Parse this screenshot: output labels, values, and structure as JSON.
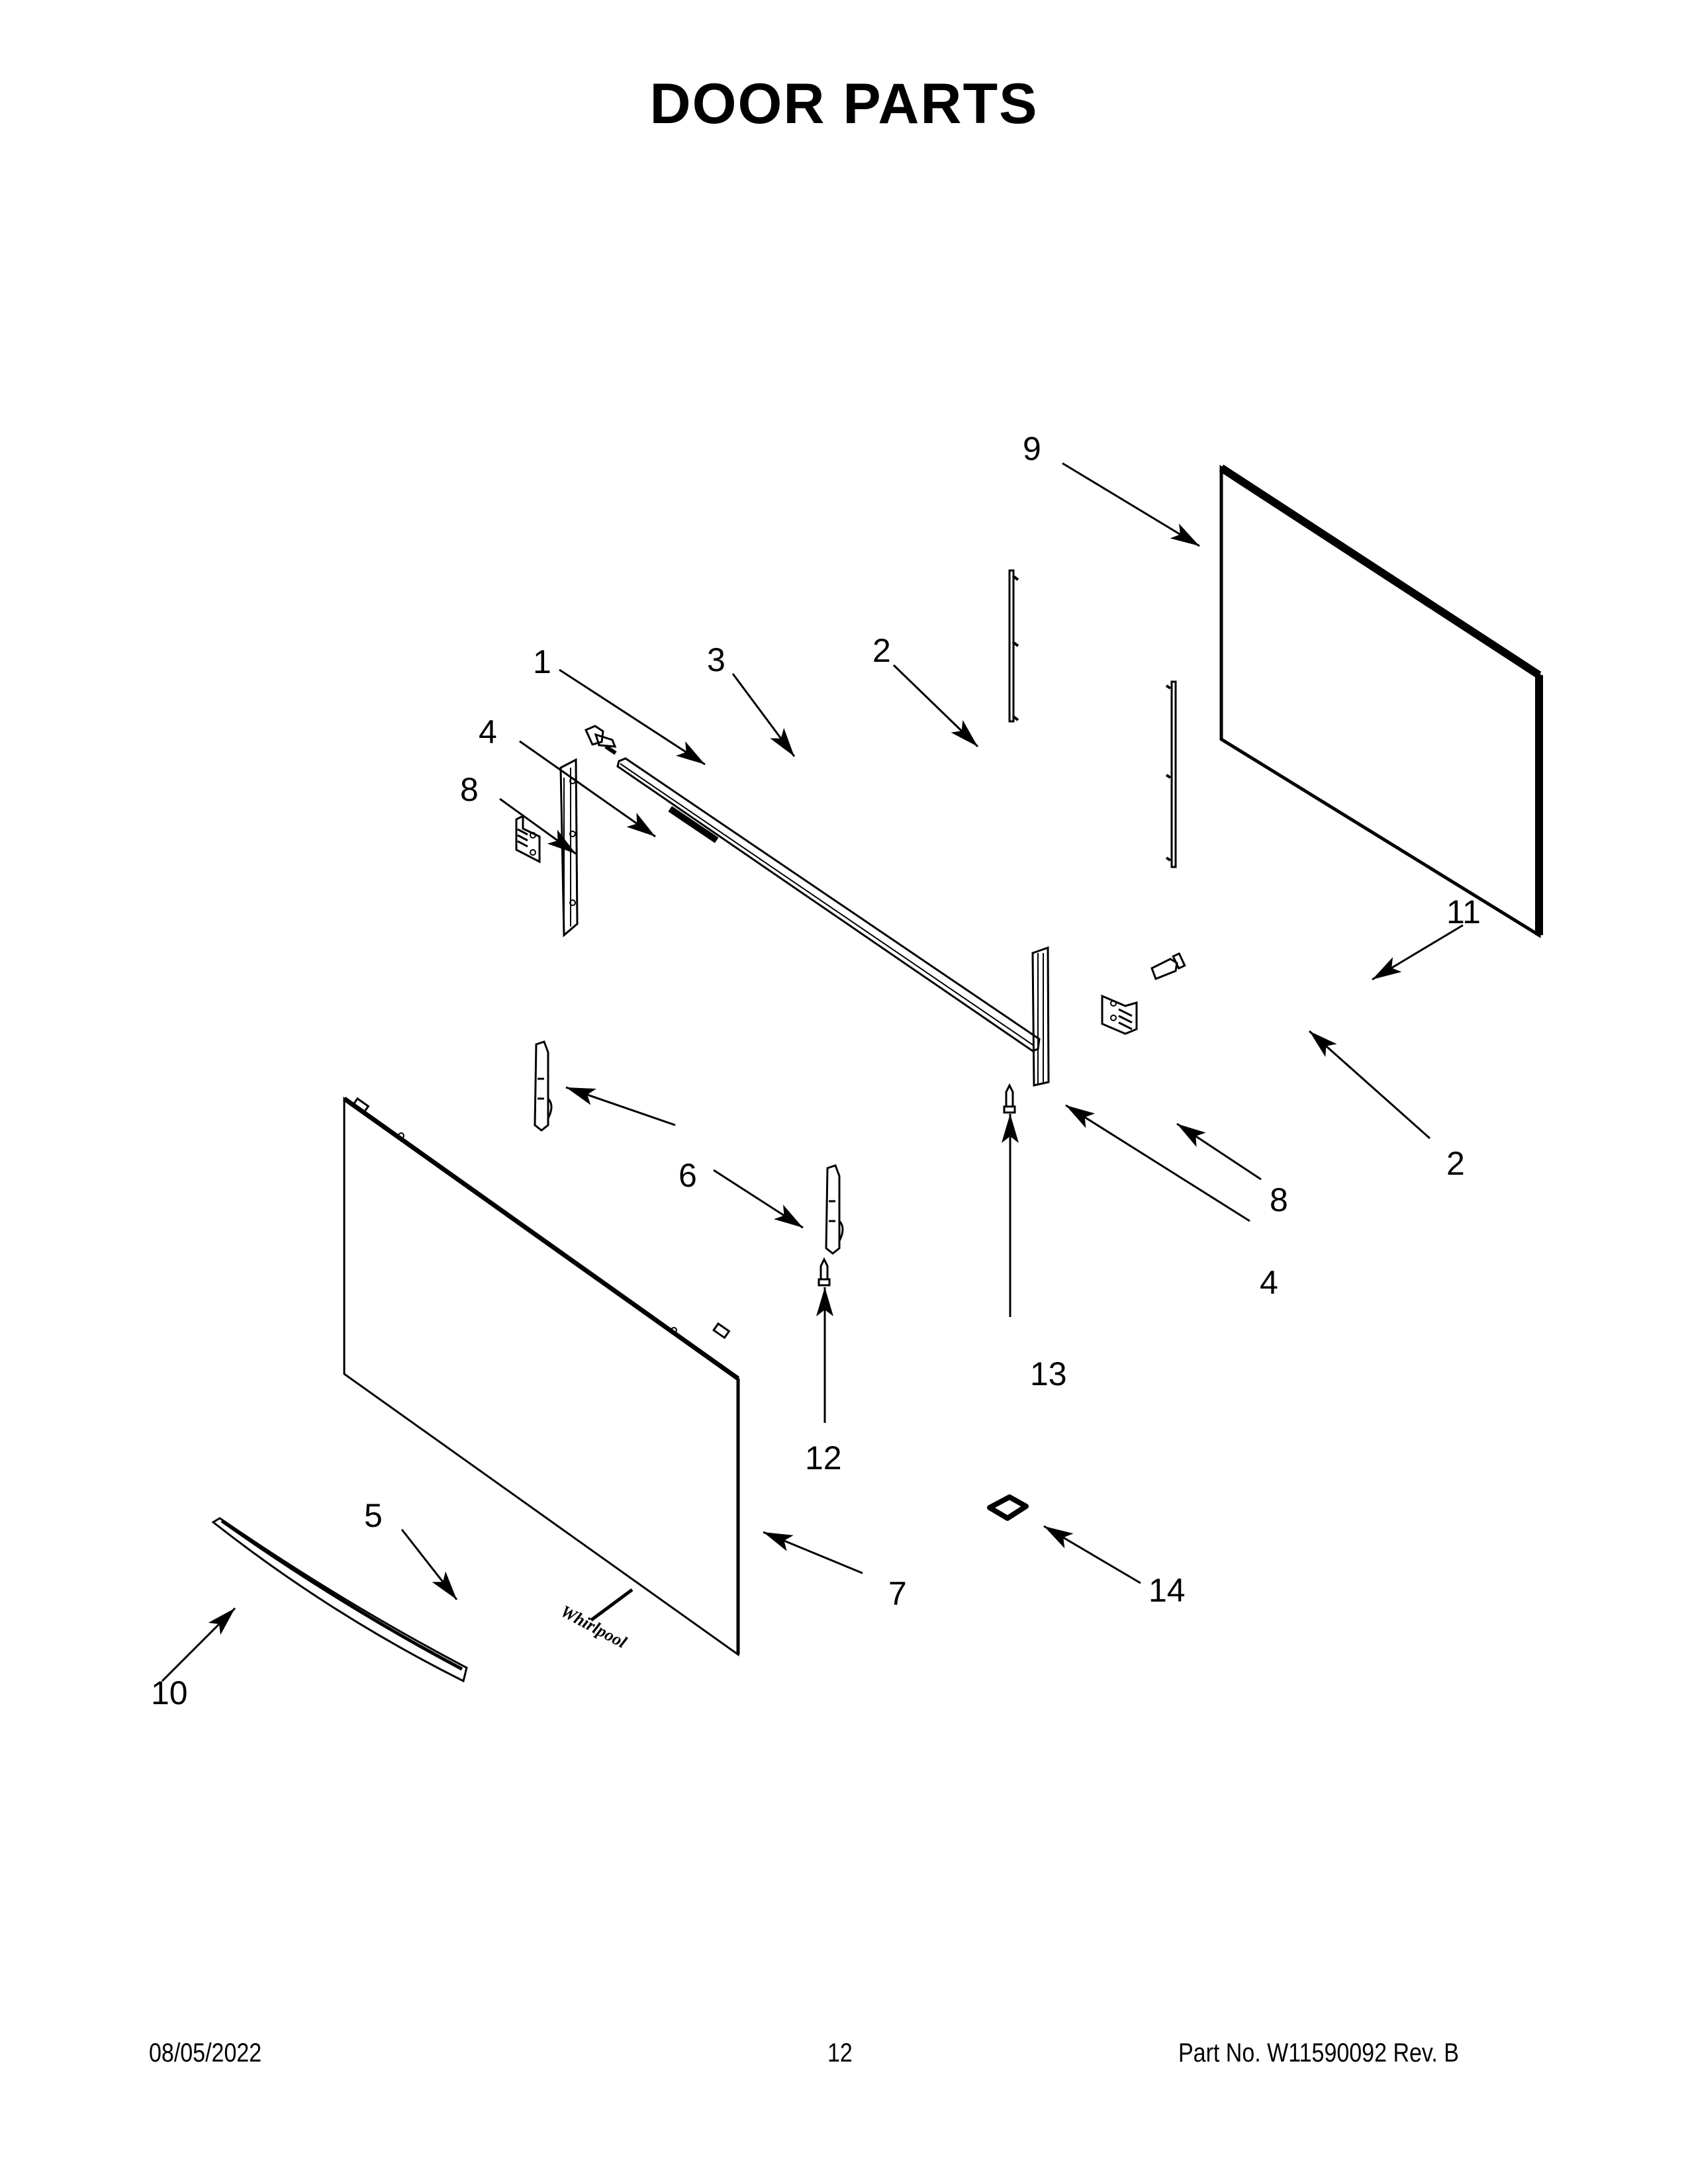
{
  "page": {
    "title": "DOOR PARTS",
    "background_color": "#ffffff",
    "line_color": "#000000"
  },
  "diagram": {
    "type": "exploded-parts-view",
    "callouts": [
      {
        "id": "c1",
        "label": "1",
        "part": "screw (top trim)"
      },
      {
        "id": "c2a",
        "label": "2",
        "part": "glass retainer (upper)"
      },
      {
        "id": "c2b",
        "label": "2",
        "part": "glass retainer (right)"
      },
      {
        "id": "c3",
        "label": "3",
        "part": "top door trim"
      },
      {
        "id": "c4a",
        "label": "4",
        "part": "left door side channel"
      },
      {
        "id": "c4b",
        "label": "4",
        "part": "right door side channel"
      },
      {
        "id": "c5",
        "label": "5",
        "part": "nameplate"
      },
      {
        "id": "c6",
        "label": "6",
        "part": "door hinges"
      },
      {
        "id": "c7",
        "label": "7",
        "part": "outer door panel"
      },
      {
        "id": "c8a",
        "label": "8",
        "part": "hinge bracket (left)"
      },
      {
        "id": "c8b",
        "label": "8",
        "part": "hinge bracket (right)"
      },
      {
        "id": "c9",
        "label": "9",
        "part": "inner door glass"
      },
      {
        "id": "c10",
        "label": "10",
        "part": "door handle"
      },
      {
        "id": "c11",
        "label": "11",
        "part": "screw (retainer)"
      },
      {
        "id": "c12",
        "label": "12",
        "part": "screw (hinge)"
      },
      {
        "id": "c13",
        "label": "13",
        "part": "screw (side channel)"
      },
      {
        "id": "c14",
        "label": "14",
        "part": "clip"
      }
    ],
    "nameplate_text": "Whirlpool"
  },
  "footer": {
    "date": "08/05/2022",
    "page_number": "12",
    "part_no": "Part No.  W11590092  Rev.  B"
  }
}
